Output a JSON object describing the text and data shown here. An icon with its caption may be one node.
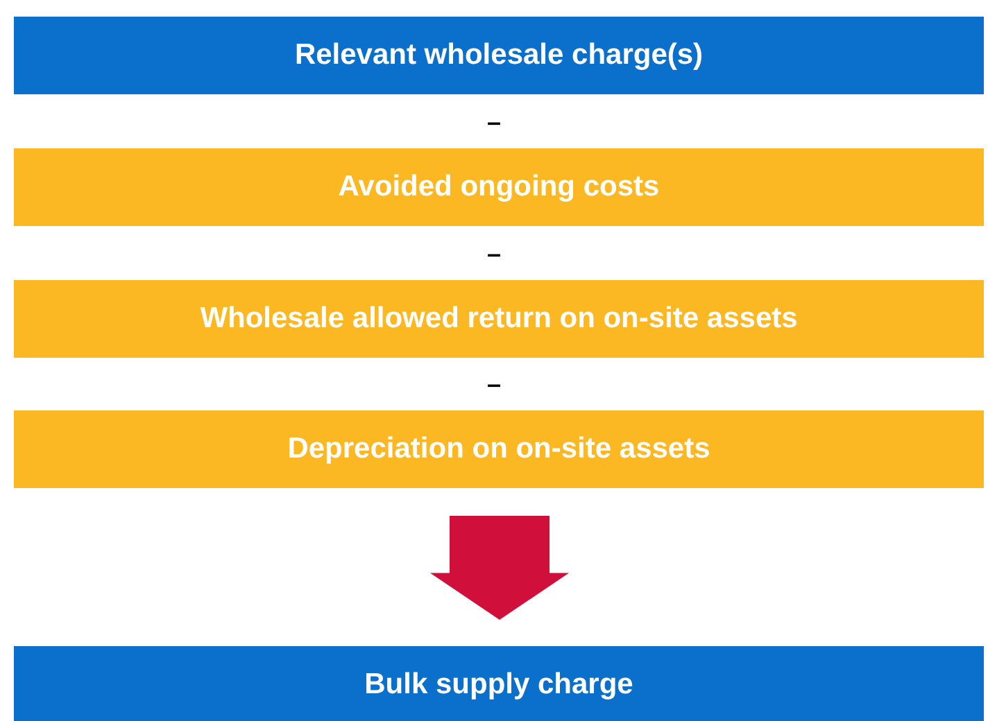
{
  "diagram": {
    "nodes": [
      {
        "text": [
          "Relevant wholesale charge(s)"
        ]
      },
      {
        "text": [
          "Avoided ongoing costs"
        ]
      },
      {
        "text": [
          "Wholesale allowed return on on-site assets"
        ]
      },
      {
        "text": [
          "Depreciation on on-site assets"
        ]
      },
      {
        "text": [
          "Bulk supply charge"
        ]
      }
    ],
    "edges": [
      {
        "from": 3,
        "to": 4,
        "arrow": "to",
        "style": "thick",
        "color": "#d0103a"
      }
    ],
    "labels": [
      "–",
      "–",
      "–"
    ]
  }
}
